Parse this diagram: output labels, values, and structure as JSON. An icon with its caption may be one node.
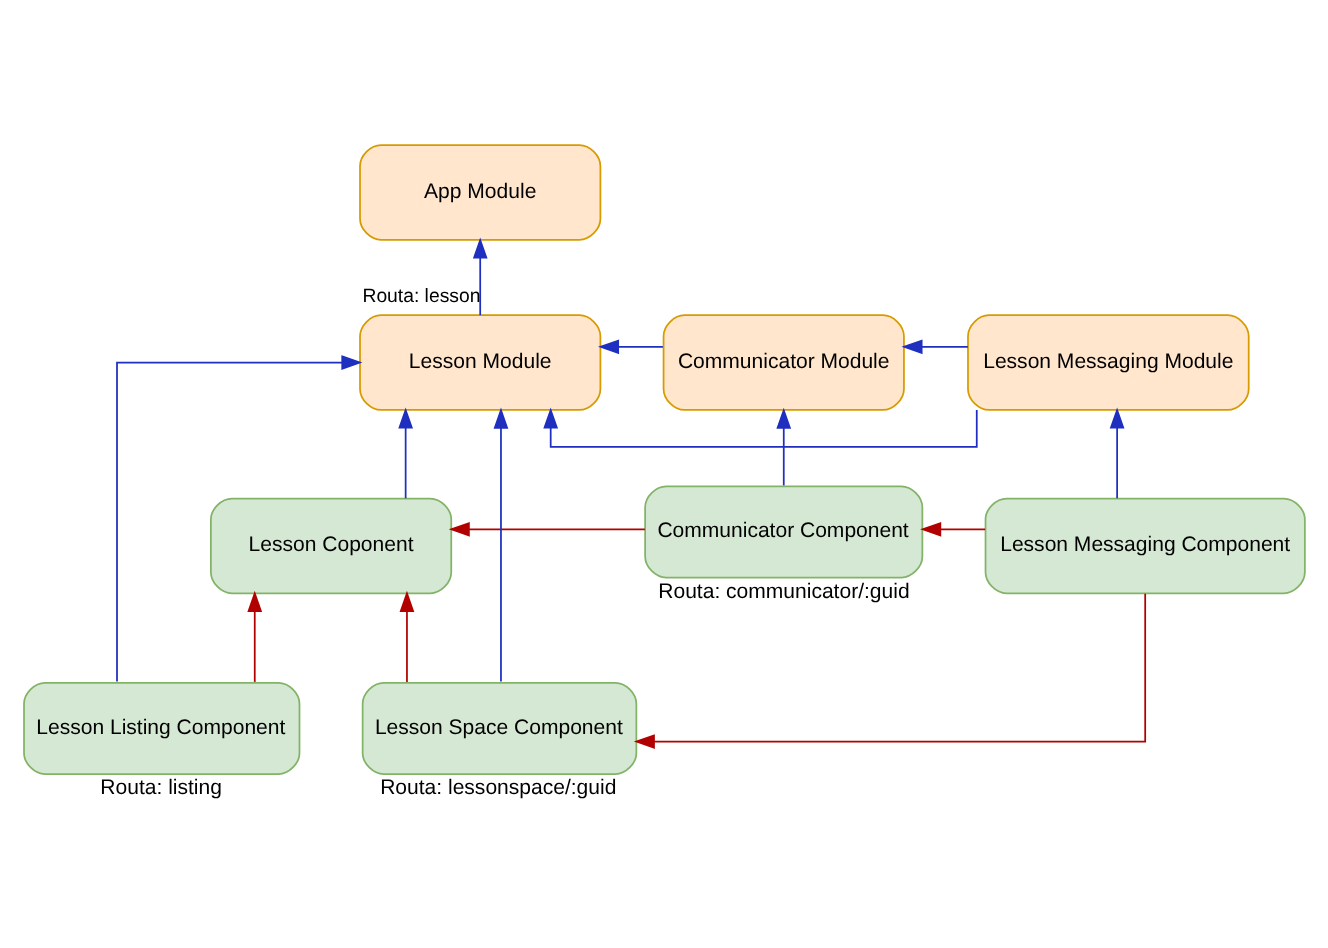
{
  "diagram": {
    "nodes": [
      {
        "text": [
          "App Module"
        ]
      },
      {
        "text": [
          "Lesson Module"
        ]
      },
      {
        "text": [
          "Communicator Module"
        ]
      },
      {
        "text": [
          "Lesson Messaging Module"
        ]
      },
      {
        "text": [
          "Lesson Coponent"
        ]
      },
      {
        "text": [
          "Communicator Component"
        ],
        "beside": [
          "Routa: communicator/:guid"
        ]
      },
      {
        "text": [
          "Lesson Messaging Component"
        ]
      },
      {
        "text": [
          "Lesson Listing Component"
        ],
        "beside": [
          "Routa: listing"
        ]
      },
      {
        "text": [
          "Lesson Space Component"
        ],
        "beside": [
          "Routa: lessonspace/:guid"
        ]
      }
    ],
    "edges": [
      {
        "from": 1,
        "to": 0,
        "arrow": "to",
        "label": "Routa: lesson"
      },
      {
        "from": 3,
        "to": 1,
        "arrow": "to"
      },
      {
        "from": 2,
        "to": 1,
        "arrow": "to"
      },
      {
        "from": 3,
        "to": 2,
        "arrow": "to"
      },
      {
        "from": 4,
        "to": 1,
        "arrow": "to"
      },
      {
        "from": 5,
        "to": 2,
        "arrow": "to"
      },
      {
        "from": 6,
        "to": 3,
        "arrow": "to"
      },
      {
        "from": 7,
        "to": 1,
        "arrow": "to"
      },
      {
        "from": 8,
        "to": 1,
        "arrow": "to"
      },
      {
        "from": 5,
        "to": 4,
        "arrow": "to",
        "color": "#b20000"
      },
      {
        "from": 6,
        "to": 5,
        "arrow": "to",
        "color": "#b20000"
      },
      {
        "from": 7,
        "to": 4,
        "arrow": "to",
        "color": "#b20000"
      },
      {
        "from": 8,
        "to": 4,
        "arrow": "to",
        "color": "#b20000"
      },
      {
        "from": 6,
        "to": 8,
        "arrow": "to",
        "color": "#b20000"
      }
    ]
  }
}
